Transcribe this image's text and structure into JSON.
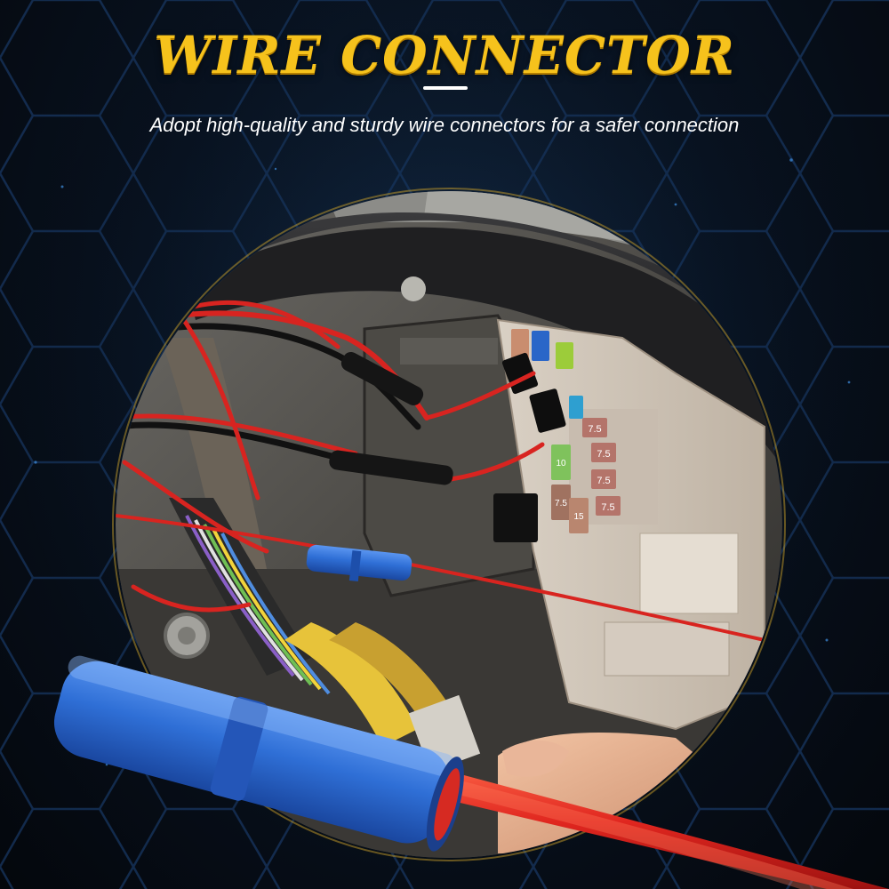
{
  "header": {
    "title": "WIRE CONNECTOR",
    "subtitle": "Adopt high-quality and sturdy wire connectors for a safer connection"
  },
  "photo": {
    "fuse_labels": [
      "7.5",
      "7.5",
      "7.5",
      "7.5",
      "10",
      "15",
      "7.5"
    ]
  },
  "colors": {
    "title_yellow": "#f6c21c",
    "background_navy": "#081220",
    "hex_line": "#1a3a66",
    "connector_blue": "#2f6fd6",
    "wire_red": "#e0261f"
  }
}
